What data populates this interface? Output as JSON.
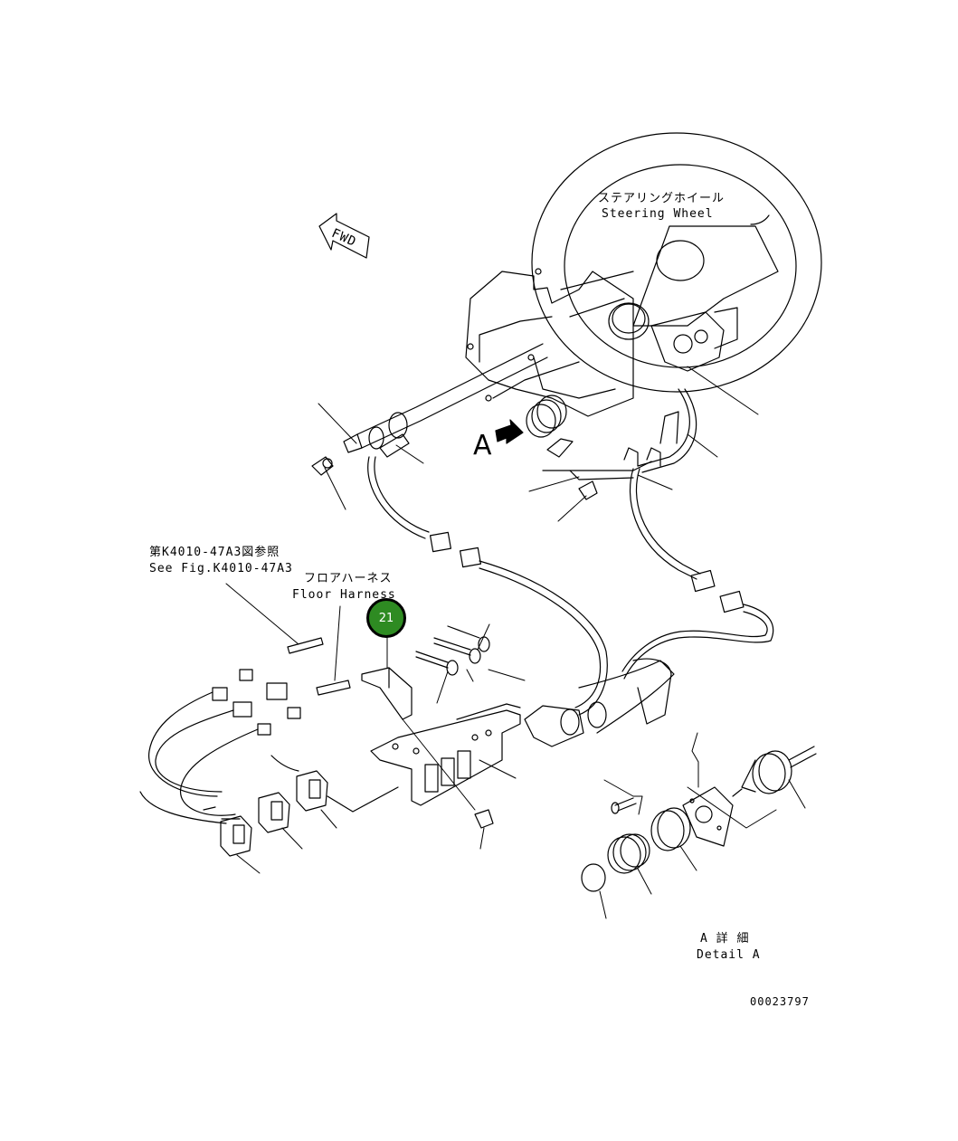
{
  "labels": {
    "steering_jp": "ステアリングホイール",
    "steering_en": "Steering Wheel",
    "fwd": "FWD",
    "view_a": "A",
    "see_fig_jp": "第K4010-47A3図参照",
    "see_fig_en": "See Fig.K4010-47A3",
    "floor_harness_jp": "フロアハーネス",
    "floor_harness_en": "Floor Harness",
    "detail_jp": "A 詳 細",
    "detail_en": "Detail A",
    "drawing_number": "00023797"
  },
  "callouts": [
    {
      "number": "21",
      "color": "#2e8b22"
    }
  ]
}
